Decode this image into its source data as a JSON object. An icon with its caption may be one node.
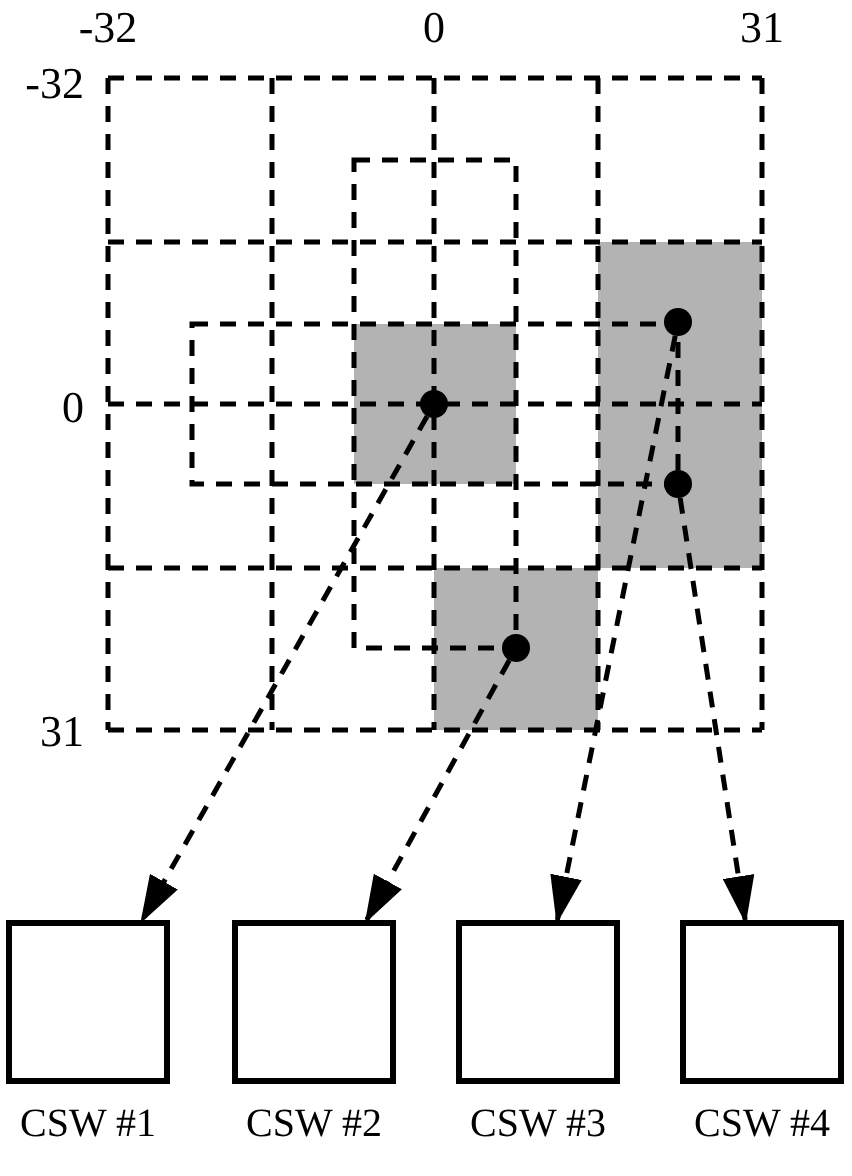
{
  "diagram": {
    "nodes": [
      {
        "text": [],
        "shape": "circle"
      },
      {
        "text": [],
        "shape": "circle"
      },
      {
        "text": [],
        "shape": "circle"
      },
      {
        "text": [],
        "shape": "circle"
      },
      {
        "text": [
          "CSW #1"
        ]
      },
      {
        "text": [
          "CSW #2"
        ]
      },
      {
        "text": [
          "CSW #3"
        ]
      },
      {
        "text": [
          "CSW #4"
        ]
      }
    ],
    "edges": [
      {
        "from": 1,
        "to": 4,
        "arrow": "to",
        "style": "dashed"
      },
      {
        "from": 3,
        "to": 5,
        "arrow": "to",
        "style": "dashed"
      },
      {
        "from": 0,
        "to": 6,
        "arrow": "to",
        "style": "dashed"
      },
      {
        "from": 2,
        "to": 7,
        "arrow": "to",
        "style": "dashed"
      }
    ],
    "labels": [
      "-32",
      "0",
      "31",
      "-32",
      "0",
      "31"
    ]
  }
}
